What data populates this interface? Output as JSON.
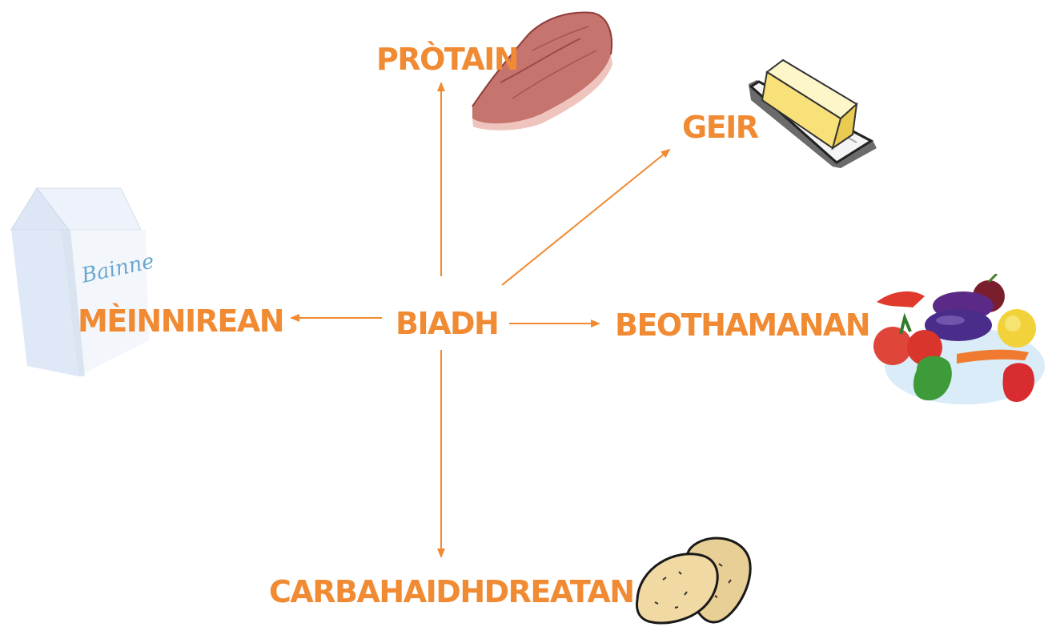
{
  "diagram": {
    "accent_color": "#f08a33",
    "center": {
      "label": "BIADH"
    },
    "nodes": [
      {
        "id": "protain",
        "label": "PRÒTAIN",
        "icon": "meat-icon"
      },
      {
        "id": "geir",
        "label": "GEIR",
        "icon": "butter-icon"
      },
      {
        "id": "beothamanan",
        "label": "BEOTHAMANAN",
        "icon": "vegetables-icon"
      },
      {
        "id": "carbahaidhdreatan",
        "label": "CARBAHAIDHDREATAN",
        "icon": "potatoes-icon"
      },
      {
        "id": "meinnirean",
        "label": "MÈINNIREAN",
        "icon": "milk-carton-icon"
      }
    ],
    "milk_carton_text": "Bainne"
  }
}
